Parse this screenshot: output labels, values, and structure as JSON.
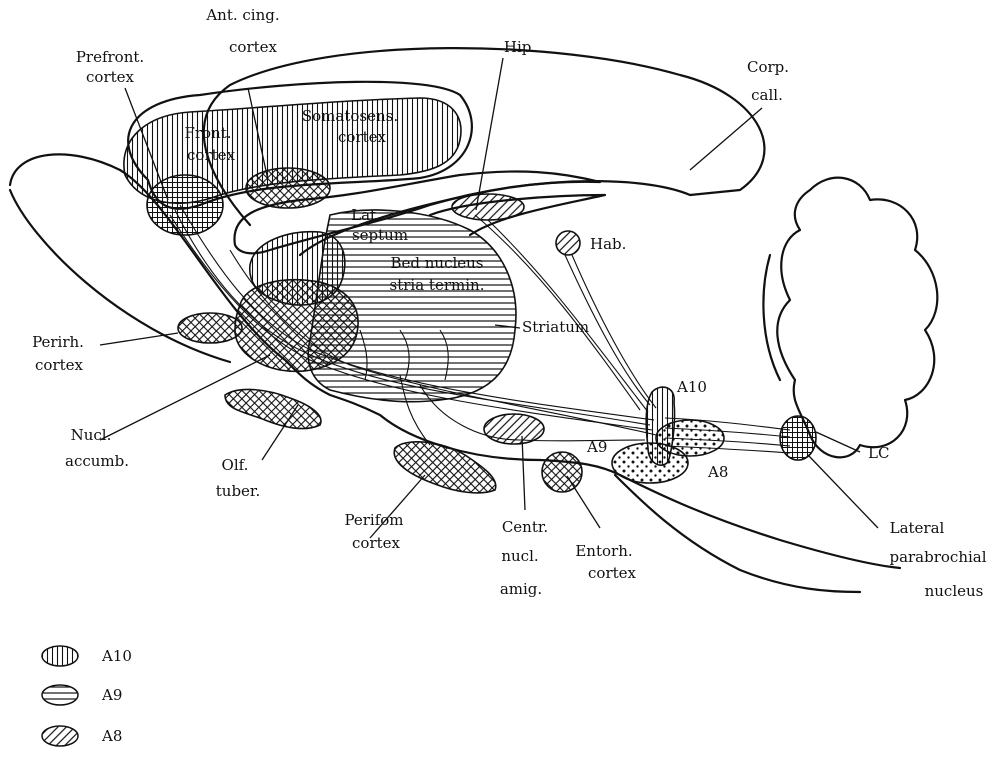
{
  "labels": {
    "ant_cing_1": "Ant. cing.",
    "ant_cing_2": "cortex",
    "prefront_1": "Prefront.",
    "prefront_2": "cortex",
    "front_1": "Front.",
    "front_2": "cortex",
    "somatosens_1": "Somatosens.",
    "somatosens_2": "cortex",
    "hip": "Hip.",
    "corp_1": "Corp.",
    "corp_2": "call.",
    "lat_septum_1": "Lat.",
    "lat_septum_2": "septum",
    "hab": "Hab.",
    "bed_1": "Bed nucleus",
    "bed_2": "stria termin.",
    "perirh_1": "Perirh.",
    "perirh_2": "cortex",
    "striatum": "Striatum",
    "a10": "A10",
    "a9": "A9",
    "a8": "A8",
    "lc": "LC",
    "nucl_1": "Nucl.",
    "nucl_2": "accumb.",
    "olf_1": "Olf.",
    "olf_2": "tuber.",
    "perifom_1": "Perifom",
    "perifom_2": "cortex",
    "centr_1": "Centr.",
    "centr_2": "nucl.",
    "centr_3": "amig.",
    "entorh_1": "Entorh.",
    "entorh_2": "cortex",
    "lateral_1": "Lateral",
    "lateral_2": "parabrochial",
    "lateral_3": "nucleus"
  },
  "legend": [
    {
      "pattern": "vertical-lines",
      "label": "A10"
    },
    {
      "pattern": "horizontal-lines",
      "label": "A9"
    },
    {
      "pattern": "diagonal-lines",
      "label": "A8"
    }
  ]
}
